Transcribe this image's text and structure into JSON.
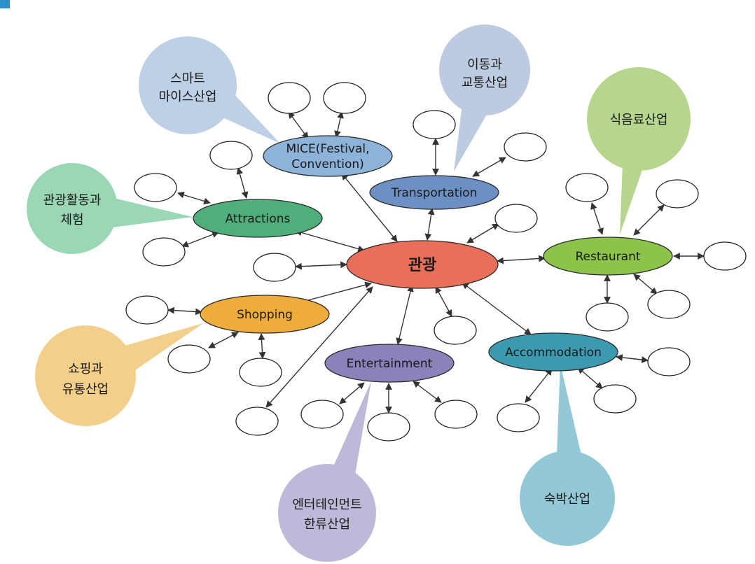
{
  "colors": {
    "center": "#e8705a",
    "mice": "#8db3d8",
    "transportation": "#6d90c4",
    "attractions": "#4fae7a",
    "restaurant": "#8cc34b",
    "shopping": "#eeac3a",
    "entertainment": "#8a82b8",
    "accommodation": "#3c9ab0",
    "bubble_mice": "#bdd0e6",
    "bubble_transport": "#bccbe0",
    "bubble_food": "#b6d68d",
    "bubble_attractions": "#99d7b5",
    "bubble_shopping": "#f3cf8c",
    "bubble_entertainment": "#c0b8d8",
    "bubble_accommodation": "#93c9d6"
  },
  "center": {
    "label": "관광"
  },
  "categories": {
    "mice": {
      "line1": "MICE(Festival,",
      "line2": "Convention)"
    },
    "transportation": {
      "label": "Transportation"
    },
    "attractions": {
      "label": "Attractions"
    },
    "restaurant": {
      "label": "Restaurant"
    },
    "shopping": {
      "label": "Shopping"
    },
    "entertainment": {
      "label": "Entertainment"
    },
    "accommodation": {
      "label": "Accommodation"
    }
  },
  "bubbles": {
    "mice": {
      "line1": "스마트",
      "line2": "마이스산업"
    },
    "transport": {
      "line1": "이동과",
      "line2": "교통산업"
    },
    "food": {
      "line1": "식음료산업"
    },
    "attractions": {
      "line1": "관광활동과",
      "line2": "체험"
    },
    "shopping": {
      "line1": "쇼핑과",
      "line2": "유통산업"
    },
    "entertainment": {
      "line1": "엔터테인먼트",
      "line2": "한류산업"
    },
    "accommodation": {
      "line1": "숙박산업"
    }
  }
}
